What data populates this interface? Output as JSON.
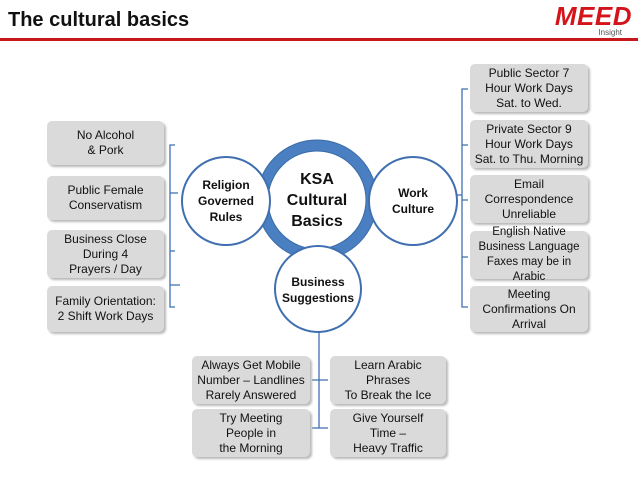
{
  "title": "The cultural basics",
  "logo": {
    "brand": "MEED",
    "sub": "Insight"
  },
  "center": {
    "label": "KSA\nCultural\nBasics"
  },
  "religion": {
    "label": "Religion\nGoverned\nRules",
    "items": [
      "No Alcohol\n& Pork",
      "Public Female\nConservatism",
      "Business Close\nDuring 4\nPrayers / Day",
      "Family Orientation:\n2 Shift Work Days"
    ]
  },
  "work": {
    "label": "Work\nCulture",
    "items": [
      "Public Sector 7\nHour Work Days\nSat. to Wed.",
      "Private Sector 9\nHour Work Days\nSat. to Thu. Morning",
      "Email\nCorrespondence\nUnreliable",
      "English Native\nBusiness Language\nFaxes may be in Arabic",
      "Meeting\nConfirmations On\nArrival"
    ]
  },
  "business": {
    "label": "Business\nSuggestions",
    "items": [
      "Always Get Mobile\nNumber – Landlines\nRarely Answered",
      "Learn Arabic\nPhrases\nTo Break the Ice",
      "Try Meeting\nPeople in\nthe Morning",
      "Give Yourself\nTime –\nHeavy Traffic"
    ]
  },
  "colors": {
    "accent": "#c8161d",
    "ring": "#4a7fc1",
    "box": "#dadada",
    "connector": "#3f6fb0"
  }
}
